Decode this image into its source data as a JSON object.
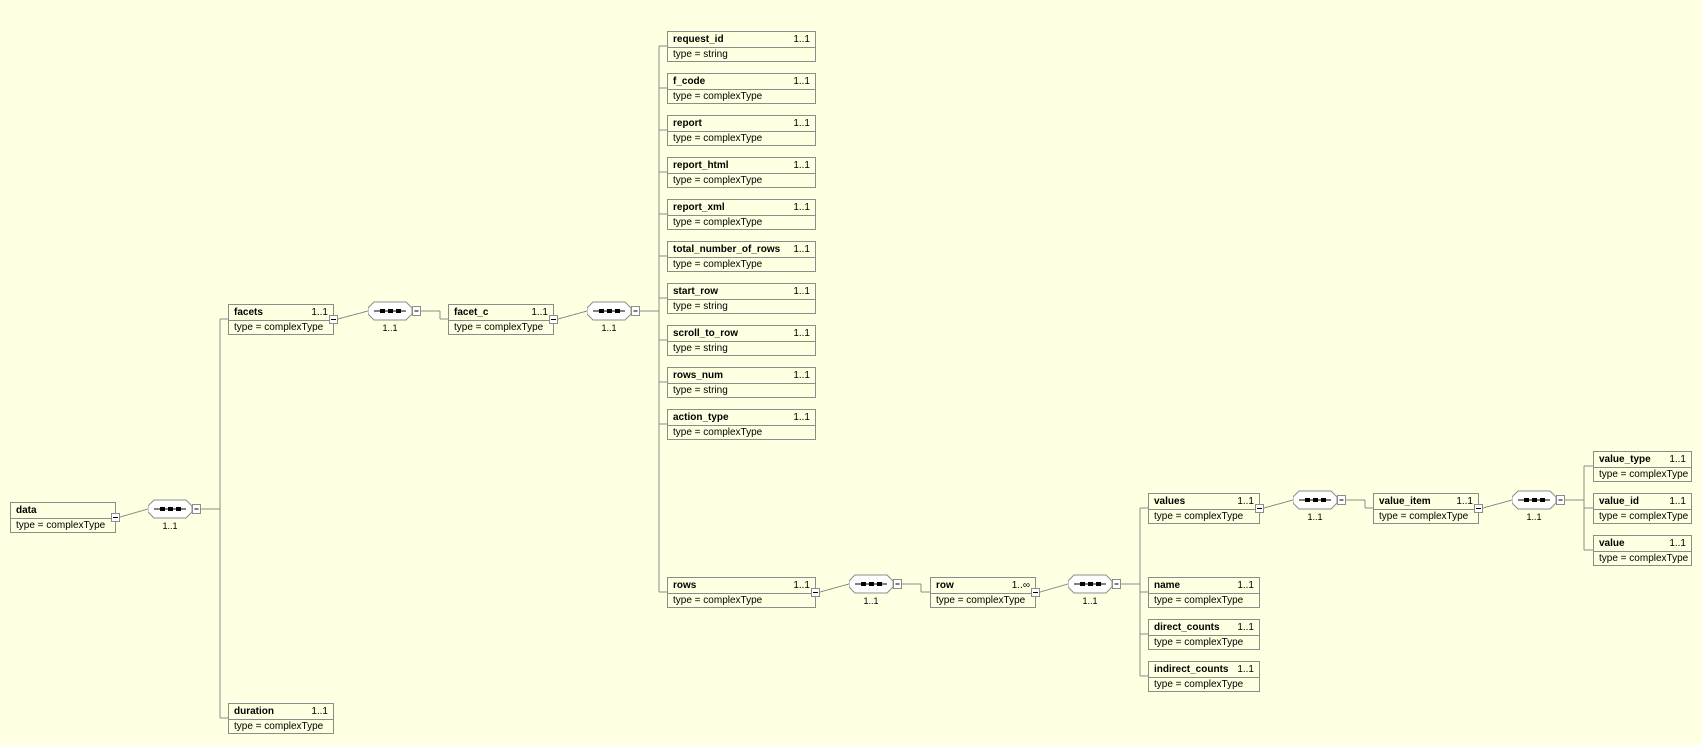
{
  "diagram": {
    "nodes": {
      "data": {
        "name": "data",
        "type": "type = complexType"
      },
      "facets": {
        "name": "facets",
        "occ": "1..1",
        "type": "type = complexType"
      },
      "duration": {
        "name": "duration",
        "occ": "1..1",
        "type": "type = complexType"
      },
      "facet_c": {
        "name": "facet_c",
        "occ": "1..1",
        "type": "type = complexType"
      },
      "request_id": {
        "name": "request_id",
        "occ": "1..1",
        "type": "type = string"
      },
      "f_code": {
        "name": "f_code",
        "occ": "1..1",
        "type": "type = complexType"
      },
      "report": {
        "name": "report",
        "occ": "1..1",
        "type": "type = complexType"
      },
      "report_html": {
        "name": "report_html",
        "occ": "1..1",
        "type": "type = complexType"
      },
      "report_xml": {
        "name": "report_xml",
        "occ": "1..1",
        "type": "type = complexType"
      },
      "total_number_of_rows": {
        "name": "total_number_of_rows",
        "occ": "1..1",
        "type": "type = complexType"
      },
      "start_row": {
        "name": "start_row",
        "occ": "1..1",
        "type": "type = string"
      },
      "scroll_to_row": {
        "name": "scroll_to_row",
        "occ": "1..1",
        "type": "type = string"
      },
      "rows_num": {
        "name": "rows_num",
        "occ": "1..1",
        "type": "type = string"
      },
      "action_type": {
        "name": "action_type",
        "occ": "1..1",
        "type": "type = complexType"
      },
      "rows": {
        "name": "rows",
        "occ": "1..1",
        "type": "type = complexType"
      },
      "row": {
        "name": "row",
        "occ": "1..∞",
        "type": "type = complexType"
      },
      "values": {
        "name": "values",
        "occ": "1..1",
        "type": "type = complexType"
      },
      "name": {
        "name": "name",
        "occ": "1..1",
        "type": "type = complexType"
      },
      "direct_counts": {
        "name": "direct_counts",
        "occ": "1..1",
        "type": "type = complexType"
      },
      "indirect_counts": {
        "name": "indirect_counts",
        "occ": "1..1",
        "type": "type = complexType"
      },
      "value_item": {
        "name": "value_item",
        "occ": "1..1",
        "type": "type = complexType"
      },
      "value_type": {
        "name": "value_type",
        "occ": "1..1",
        "type": "type = complexType"
      },
      "value_id": {
        "name": "value_id",
        "occ": "1..1",
        "type": "type = complexType"
      },
      "value": {
        "name": "value",
        "occ": "1..1",
        "type": "type = complexType"
      }
    },
    "sequences": {
      "seq_data": {
        "occ": "1..1"
      },
      "seq_facets": {
        "occ": "1..1"
      },
      "seq_facet_c": {
        "occ": "1..1"
      },
      "seq_rows": {
        "occ": "1..1"
      },
      "seq_row": {
        "occ": "1..1"
      },
      "seq_values": {
        "occ": "1..1"
      },
      "seq_value_item": {
        "occ": "1..1"
      }
    }
  }
}
